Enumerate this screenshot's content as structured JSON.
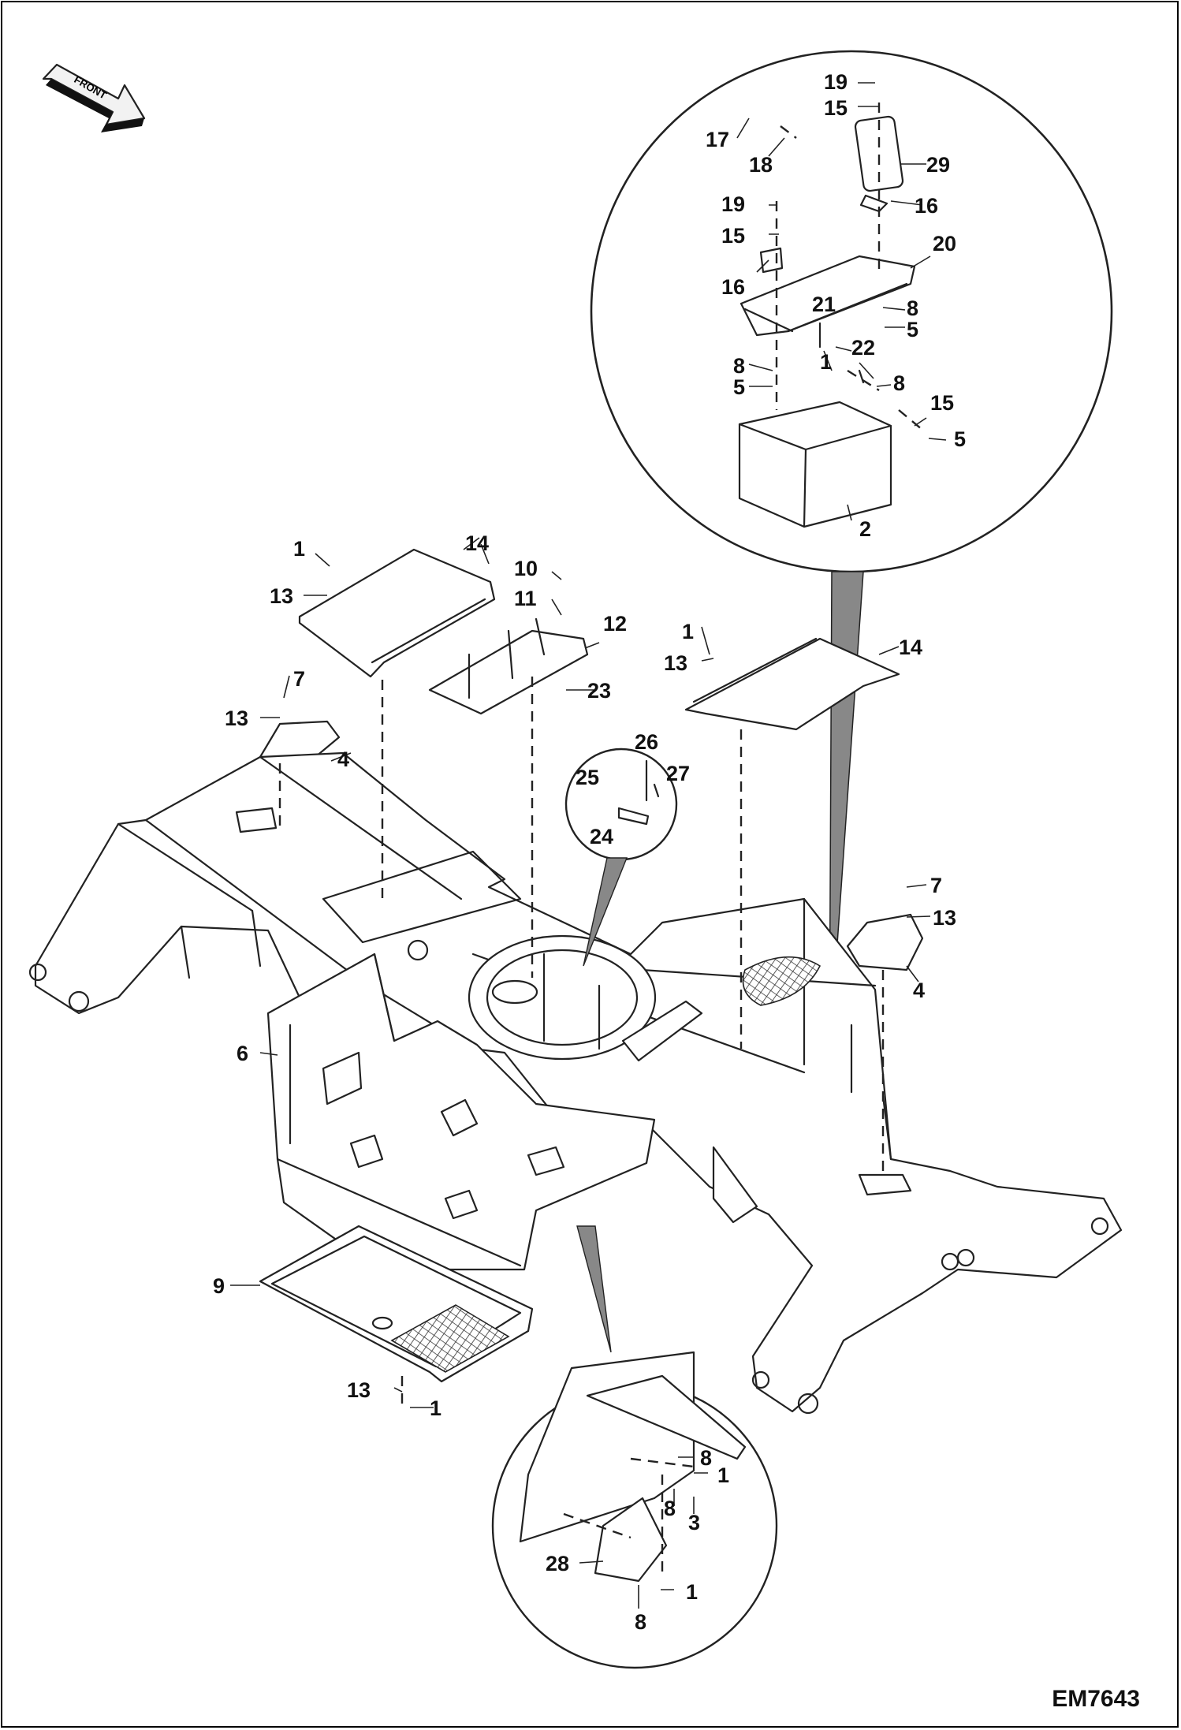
{
  "drawing_code": "EM7643",
  "front_arrow": {
    "label": "FRONT"
  },
  "callouts": [
    "1",
    "2",
    "3",
    "4",
    "5",
    "6",
    "7",
    "8",
    "9",
    "10",
    "11",
    "12",
    "13",
    "14",
    "15",
    "16",
    "17",
    "18",
    "19",
    "20",
    "21",
    "22",
    "23",
    "24",
    "25",
    "26",
    "27",
    "28",
    "29"
  ],
  "labels": {
    "c1a": "1",
    "c1b": "1",
    "c1c": "1",
    "c1d": "1",
    "c1e": "1",
    "c1f": "1",
    "c2": "2",
    "c3": "3",
    "c4a": "4",
    "c4b": "4",
    "c5a": "5",
    "c5b": "5",
    "c5c": "5",
    "c6": "6",
    "c7a": "7",
    "c7b": "7",
    "c8a": "8",
    "c8b": "8",
    "c8c": "8",
    "c8d": "8",
    "c8e": "8",
    "c8f": "8",
    "c9": "9",
    "c10": "10",
    "c11": "11",
    "c12": "12",
    "c13a": "13",
    "c13b": "13",
    "c13c": "13",
    "c13d": "13",
    "c13e": "13",
    "c14a": "14",
    "c14b": "14",
    "c15a": "15",
    "c15b": "15",
    "c15c": "15",
    "c16a": "16",
    "c16b": "16",
    "c17": "17",
    "c18": "18",
    "c19a": "19",
    "c19b": "19",
    "c20": "20",
    "c21": "21",
    "c22": "22",
    "c23": "23",
    "c24": "24",
    "c25": "25",
    "c26": "26",
    "c27": "27",
    "c28": "28",
    "c29": "29"
  },
  "icons": {
    "front_arrow": "front-direction-arrow-icon"
  }
}
